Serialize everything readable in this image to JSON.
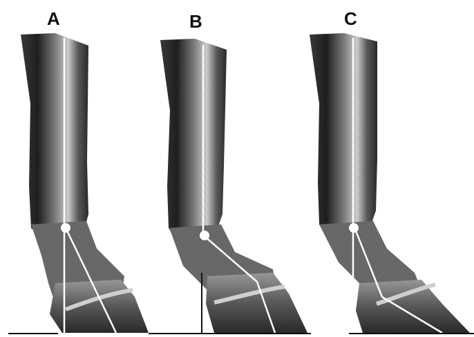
{
  "panels": [
    {
      "label": "A"
    },
    {
      "label": "B"
    },
    {
      "label": "C"
    }
  ],
  "colors": {
    "background": "#ffffff",
    "leg_dark": "#2b2b2b",
    "leg_mid": "#6f6f6f",
    "leg_light": "#bdbdbd",
    "axis_line": "#ffffff",
    "ground_line": "#111111"
  }
}
